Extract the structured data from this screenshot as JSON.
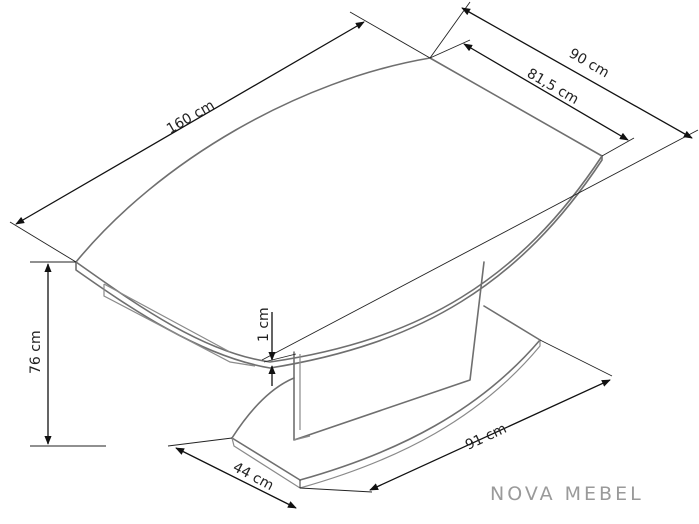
{
  "drawing": {
    "title": "",
    "dimensions": {
      "length": "160 cm",
      "width": "90 cm",
      "inner_width": "81,5 cm",
      "height": "76 cm",
      "top_thickness": "1 cm",
      "base_depth": "44 cm",
      "base_length": "91 cm"
    },
    "brand": "NOVA MEBEL"
  },
  "colors": {
    "outline": "#6f6f6f",
    "dimension_line": "#111111",
    "brand_text": "#9a9a9a"
  }
}
